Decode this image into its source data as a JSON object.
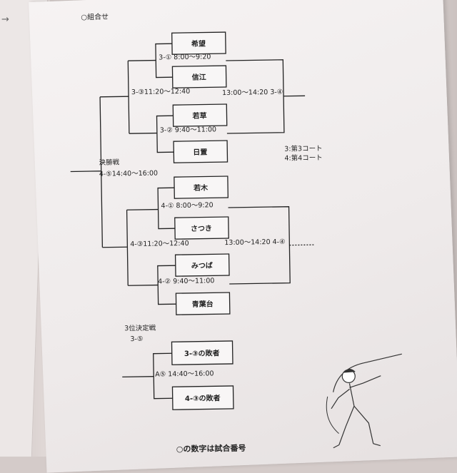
{
  "header": {
    "section_label": "○組合せ"
  },
  "teams": {
    "t1": "希望",
    "t2": "信江",
    "t3": "若草",
    "t4": "日置",
    "t5": "若木",
    "t6": "さつき",
    "t7": "みつば",
    "t8": "青葉台"
  },
  "matches": {
    "m31": "3-① 8:00～9:20",
    "m32": "3-② 9:40～11:00",
    "m33": "3-③11:20～12:40",
    "m34": "13:00～14:20 3-④",
    "m41": "4-① 8:00～9:20",
    "m42": "4-② 9:40～11:00",
    "m43": "4-③11:20～12:40",
    "m44": "13:00～14:20 4-④",
    "final_label": "決勝戦",
    "final_time": "4-⑤14:40～16:00"
  },
  "courts": {
    "c3": "3:第3コート",
    "c4": "4:第4コート"
  },
  "third_place": {
    "title": "3位決定戦",
    "match_no": "3-⑤",
    "team_a": "3-③の敗者",
    "team_b": "4-③の敗者",
    "time": "A⑤ 14:40～16:00"
  },
  "footer": {
    "note": "○の数字は試合番号"
  },
  "illustration": {
    "icon": "baseball-batter-icon"
  }
}
